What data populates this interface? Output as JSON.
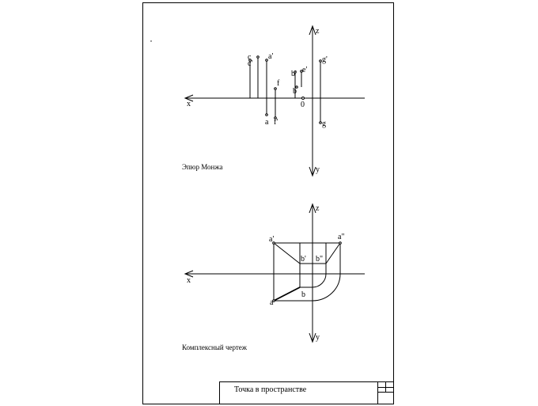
{
  "upper_diagram": {
    "caption": "Эпюр Монжа",
    "axis_labels": {
      "x": "x",
      "z": "z",
      "y": "y"
    },
    "origin_label": "0",
    "points": {
      "c_proj": "c",
      "c_prime": "c'",
      "a_prime": "a'",
      "a": "a",
      "f": "f",
      "f_prime": "f'",
      "b_prime": "b'",
      "e_prime": "e'",
      "b": "b",
      "g_prime": "g'",
      "g": "g"
    }
  },
  "lower_diagram": {
    "caption": "Комплексный чертеж",
    "axis_labels": {
      "x": "x",
      "z": "z",
      "y": "y"
    },
    "points": {
      "a_prime": "a'",
      "a_double_prime": "a\"",
      "b_prime": "b'",
      "b_double_prime": "b\"",
      "a": "a",
      "b": "b"
    }
  },
  "title_block": {
    "title": "Точка в пространстве"
  }
}
